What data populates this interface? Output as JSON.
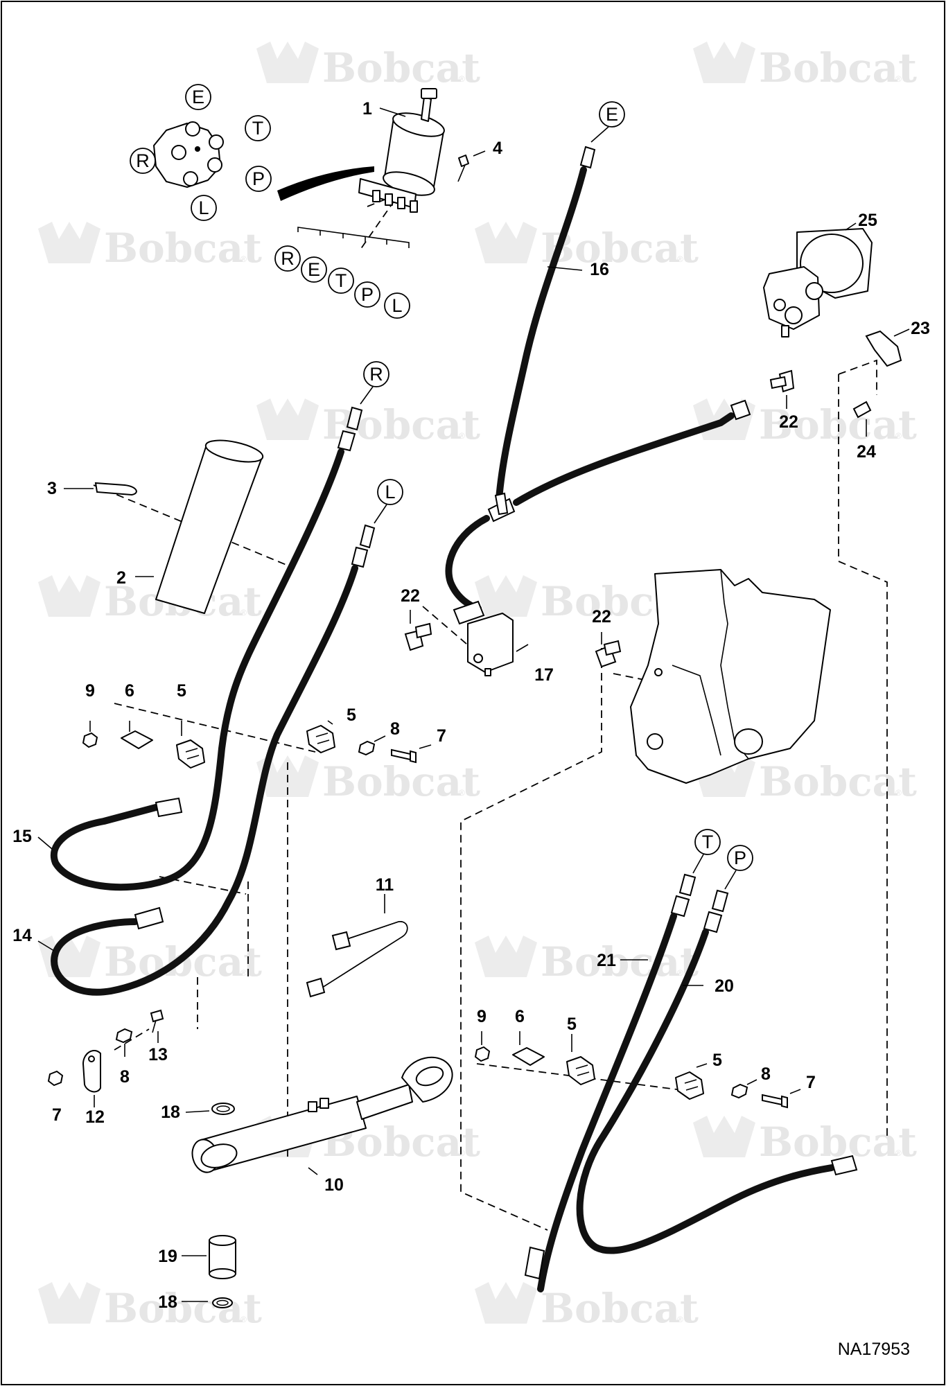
{
  "brand": {
    "watermark_text": "Bobcat",
    "watermark_mark": "®"
  },
  "drawing_code": "NA17953",
  "callouts": {
    "p1": "1",
    "p2": "2",
    "p3": "3",
    "p4": "4",
    "p5": "5",
    "p6": "6",
    "p7": "7",
    "p8": "8",
    "p9": "9",
    "p10": "10",
    "p11": "11",
    "p12": "12",
    "p13": "13",
    "p14": "14",
    "p15": "15",
    "p16": "16",
    "p17": "17",
    "p18": "18",
    "p19": "19",
    "p20": "20",
    "p21": "21",
    "p22": "22",
    "p23": "23",
    "p24": "24",
    "p25": "25"
  },
  "ports": {
    "E": "E",
    "T": "T",
    "R": "R",
    "P": "P",
    "L": "L"
  },
  "colors": {
    "line": "#000000",
    "watermark": "#e6e6e6",
    "background": "#ffffff"
  }
}
